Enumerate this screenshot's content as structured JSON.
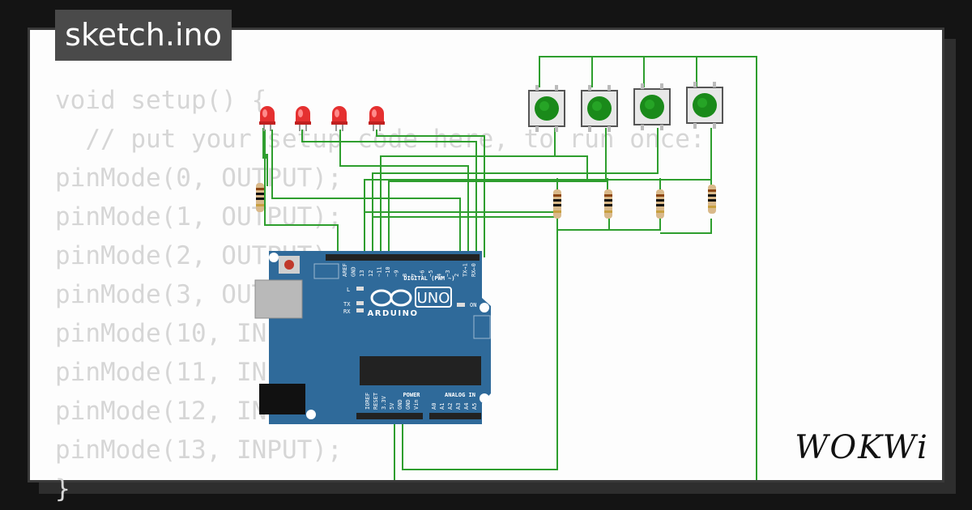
{
  "title": "sketch.ino",
  "code_lines": [
    "void setup() {",
    "  // put your setup code here, to run once:",
    "pinMode(0, OUTPUT);",
    "pinMode(1, OUTPUT);",
    "pinMode(2, OUTPUT);",
    "pinMode(3, OUTPUT);",
    "pinMode(10, INPUT);",
    "pinMode(11, INPUT);",
    "pinMode(12, INPUT);",
    "pinMode(13, INPUT);",
    "}"
  ],
  "board": {
    "brand": "ARDUINO",
    "model": "UNO",
    "digital_label": "DIGITAL (PWM ~)",
    "power_label": "POWER",
    "analog_label": "ANALOG IN",
    "on_label": "ON",
    "l_label": "L",
    "tx_label": "TX",
    "rx_label": "RX",
    "digital_pins": [
      "AREF",
      "GND",
      "13",
      "12",
      "~11",
      "~10",
      "~9",
      "8",
      "7",
      "~6",
      "~5",
      "4",
      "~3",
      "2",
      "TX→1",
      "RX←0"
    ],
    "power_pins": [
      "IOREF",
      "RESET",
      "3.3V",
      "5V",
      "GND",
      "GND",
      "Vin"
    ],
    "analog_pins": [
      "A0",
      "A1",
      "A2",
      "A3",
      "A4",
      "A5"
    ]
  },
  "logo_text": "WOKWi",
  "colors": {
    "background": "#141414",
    "card": "#fdfdfd",
    "tab": "#4a4a4a",
    "code_text": "#d6d6d6",
    "wire": "#2e9e2e",
    "board": "#2f6a9a",
    "led": "#e53030",
    "button_cap": "#1a8a1a"
  },
  "icons": [
    "led-icon",
    "resistor-icon",
    "pushbutton-icon",
    "arduino-uno-board"
  ]
}
